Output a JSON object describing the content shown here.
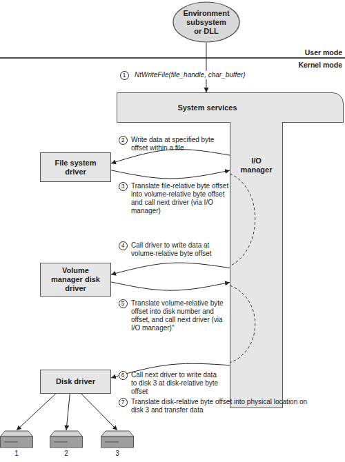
{
  "diagram": {
    "nodes": [
      {
        "text": [
          "Environment subsystem or DLL"
        ]
      },
      {
        "text": [
          "System services"
        ]
      },
      {
        "text": [
          "I/O manager"
        ]
      },
      {
        "text": [
          "File system driver"
        ]
      },
      {
        "text": [
          "Volume manager disk driver"
        ]
      },
      {
        "text": [
          "Disk driver"
        ]
      },
      {
        "text": [
          "1"
        ]
      },
      {
        "text": [
          "2"
        ]
      },
      {
        "text": [
          "3"
        ]
      }
    ],
    "edges": [
      {
        "from": 0,
        "to": 1,
        "arrow": "to",
        "label": "NtWriteFile(file_handle, char_buffer)"
      },
      {
        "from": 2,
        "to": 3,
        "arrow": "to",
        "label": "Write data at specified byte offset within a file"
      },
      {
        "from": 3,
        "to": 2,
        "arrow": "to",
        "label": "Translate file-relative byte offset into volume-relative byte offset and call next driver (via I/O manager)"
      },
      {
        "from": 2,
        "to": 4,
        "arrow": "to",
        "label": "Call driver to write data at volume-relative byte offset"
      },
      {
        "from": 4,
        "to": 2,
        "arrow": "to",
        "label": "Translate volume-relative byte offset into disk number and offset, and call next driver (via I/O manager)\""
      },
      {
        "from": 2,
        "to": 5,
        "arrow": "to",
        "label": "Call next driver to write data to disk 3 at disk-relative byte offset"
      },
      {
        "from": 5,
        "to": 6,
        "arrow": "to"
      },
      {
        "from": 5,
        "to": 7,
        "arrow": "to"
      },
      {
        "from": 5,
        "to": 8,
        "arrow": "to"
      }
    ],
    "labels": [
      "User mode",
      "Kernel mode",
      "1",
      "2",
      "3",
      "4",
      "5",
      "6",
      "7",
      "Translate disk-relative byte offset into physical location on disk 3 and transfer data"
    ]
  }
}
